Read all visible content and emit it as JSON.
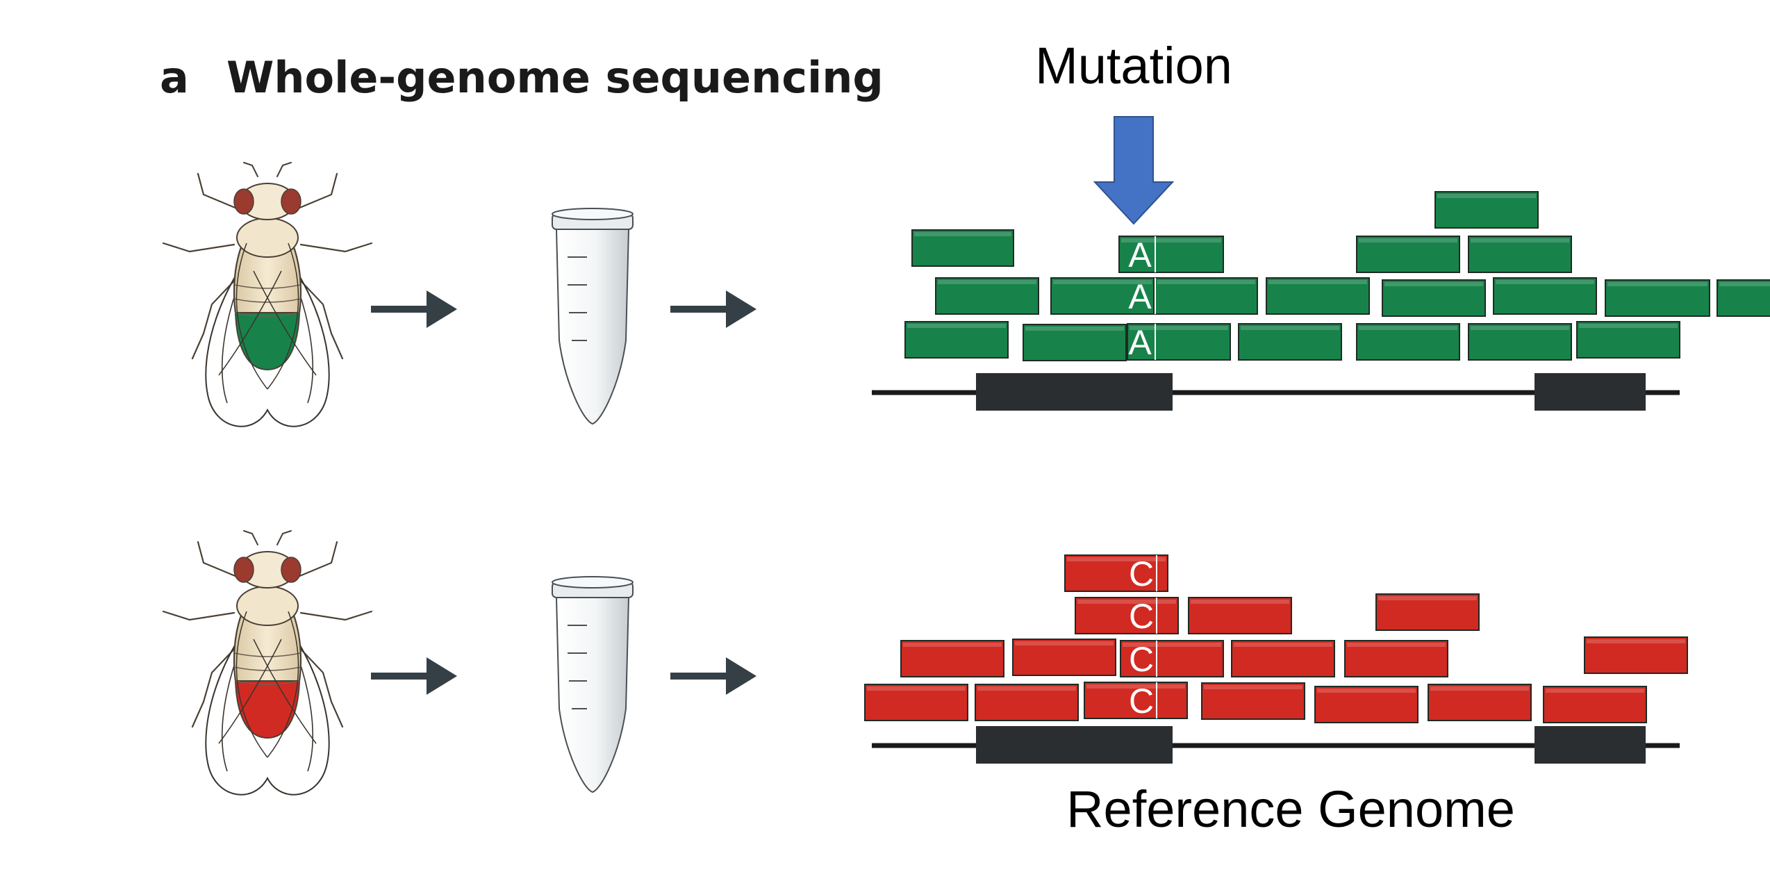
{
  "figure": {
    "panel_letter": "a",
    "panel_title": "Whole-genome sequencing",
    "mutation_label": "Mutation",
    "reference_label": "Reference Genome"
  },
  "samples": [
    {
      "id": "mutant",
      "abdomen_color": "#17834a",
      "read_color": "#17834a",
      "base": "A",
      "read_rows": 4
    },
    {
      "id": "reference",
      "abdomen_color": "#d12a22",
      "read_color": "#d12a22",
      "base": "C",
      "read_rows": 4
    }
  ],
  "colors": {
    "arrow": "#353f46",
    "mutation_arrow": "#4472c4",
    "genome_line": "#1a1a1a",
    "exon": "#2b2e30",
    "fly_body": "#efe1c3",
    "fly_eye": "#9b3a2f",
    "tube": "#f2f4f5"
  }
}
